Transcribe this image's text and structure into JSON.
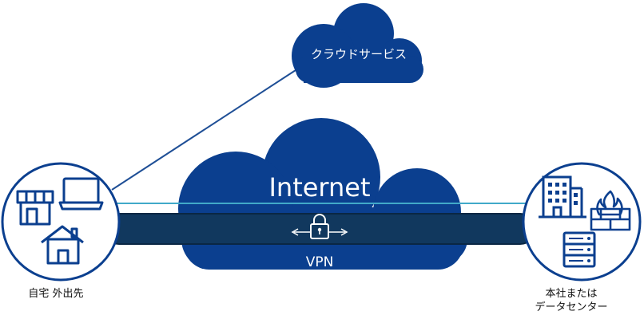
{
  "colors": {
    "navy": "#0b3f8f",
    "tunnel": "#11385e",
    "teal": "#41a9c9",
    "white": "#ffffff",
    "line": "#1f4f96"
  },
  "cloud_service": {
    "label": "クラウドサービス"
  },
  "internet": {
    "label": "Internet"
  },
  "vpn": {
    "label": "VPN"
  },
  "home_site": {
    "label": "自宅 外出先"
  },
  "datacenter_site": {
    "label_line1": "本社または",
    "label_line2": "データセンター"
  },
  "icons": {
    "cloud_service": "cloud-icon",
    "internet": "cloud-icon",
    "lock": "lock-icon",
    "arrows": "double-arrow-icon",
    "store": "store-icon",
    "laptop": "laptop-icon",
    "house": "house-icon",
    "building": "office-building-icon",
    "firewall": "firewall-icon",
    "server": "server-rack-icon"
  }
}
